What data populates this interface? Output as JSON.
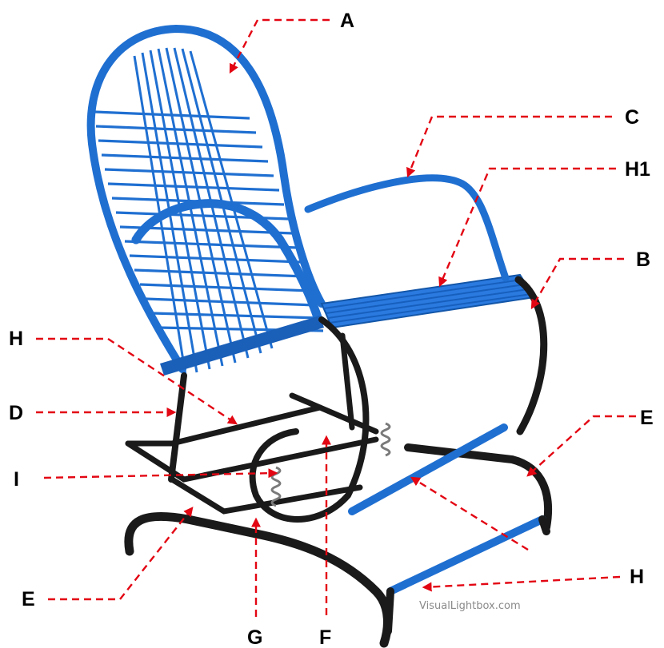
{
  "diagram": {
    "labels": {
      "A": "A",
      "C": "C",
      "H1": "H1",
      "B": "B",
      "H_left": "H",
      "D": "D",
      "E_right": "E",
      "I": "I",
      "E_left": "E",
      "H_right": "H",
      "G": "G",
      "F": "F"
    },
    "watermark": "VisualLightbox.com",
    "colors": {
      "leader": "#e30613",
      "frame_blue": "#1f6fd1",
      "frame_black": "#1a1a1a",
      "label": "#000000"
    }
  }
}
